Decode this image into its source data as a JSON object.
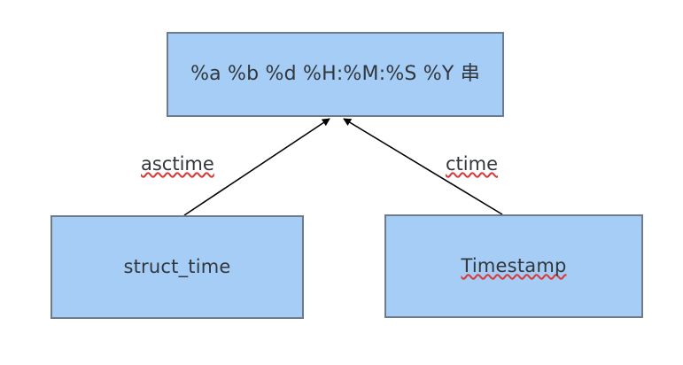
{
  "diagram": {
    "type": "flow-diagram",
    "background_color": "#ffffff",
    "node_fill_color": "#a5cdf5",
    "node_border_color": "#6e7b8c",
    "text_color": "#32373d",
    "spellcheck_underline_color": "#d83a3a",
    "nodes": [
      {
        "id": "format-string",
        "label": "%a %b %d %H:%M:%S %Y 串",
        "spellchecked": false
      },
      {
        "id": "struct-time",
        "label": "struct_time",
        "spellchecked": false
      },
      {
        "id": "timestamp",
        "label": "Timestamp",
        "spellchecked": true
      }
    ],
    "edges": [
      {
        "id": "asctime-edge",
        "label": "asctime",
        "from": "struct-time",
        "to": "format-string",
        "spellchecked": true,
        "arrowhead": "filled-triangle"
      },
      {
        "id": "ctime-edge",
        "label": "ctime",
        "from": "timestamp",
        "to": "format-string",
        "spellchecked": true,
        "arrowhead": "filled-triangle"
      }
    ]
  }
}
